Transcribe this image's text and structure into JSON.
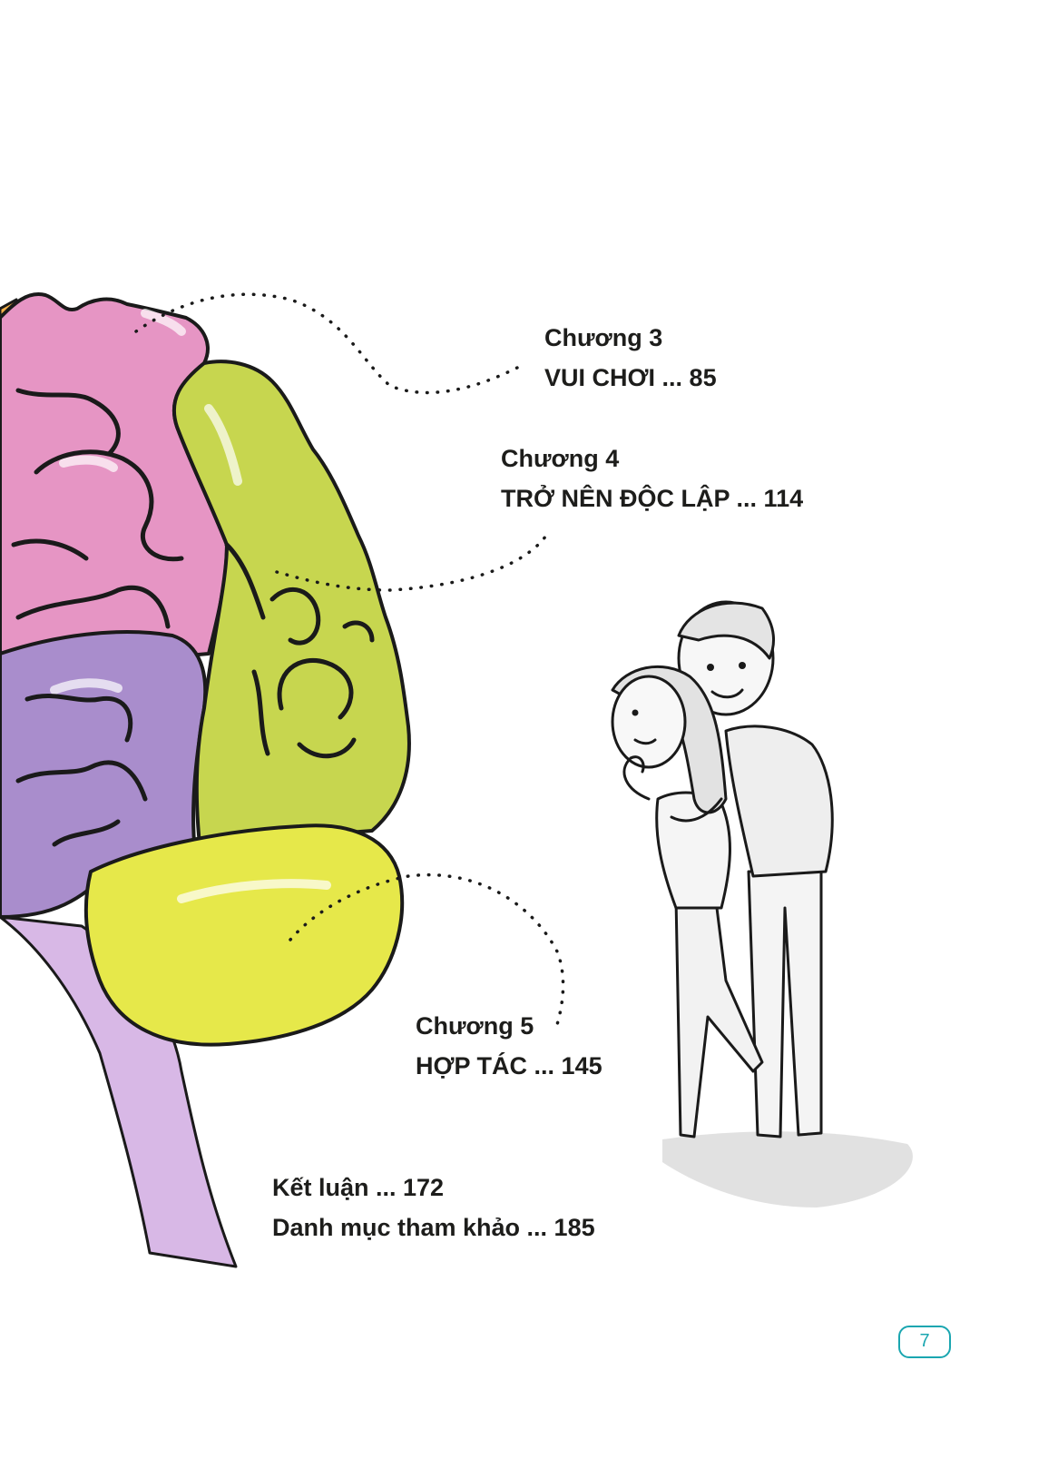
{
  "toc": {
    "chapter3": {
      "label": "Chương 3",
      "title": "VUI CHƠI ... 85"
    },
    "chapter4": {
      "label": "Chương 4",
      "title": "TRỞ NÊN ĐỘC LẬP ... 114"
    },
    "chapter5": {
      "label": "Chương 5",
      "title": "HỢP TÁC ... 145"
    },
    "conclusion": "Kết luận ... 172",
    "references": "Danh mục tham khảo ... 185"
  },
  "page_number": "7",
  "colors": {
    "pink": "#e695c4",
    "green": "#c7d64f",
    "yellow": "#e6e84a",
    "purple": "#a98dcc",
    "orange": "#f3b04a",
    "accent": "#1aa6b0"
  },
  "illustrations": [
    "brain-illustration",
    "couple-illustration"
  ]
}
